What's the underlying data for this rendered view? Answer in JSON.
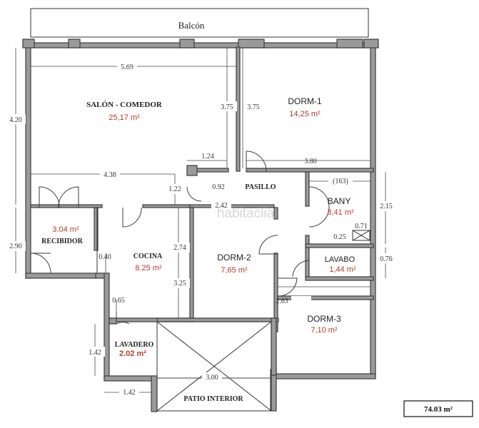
{
  "balcony": {
    "label": "Balcón"
  },
  "rooms": {
    "salon": {
      "name": "SALÓN - COMEDOR",
      "area": "25,17 m²"
    },
    "dorm1": {
      "name": "DORM-1",
      "area": "14,25 m²"
    },
    "pasillo": {
      "name": "PASILLO"
    },
    "bany": {
      "name": "BANY",
      "area": "3,41 m²"
    },
    "lavabo": {
      "name": "LAVABO",
      "area": "1,44 m²"
    },
    "recibidor": {
      "name": "RECIBIDOR",
      "area": "3.04 m²"
    },
    "cocina": {
      "name": "COCINA",
      "area": "8.25 m²"
    },
    "dorm2": {
      "name": "DORM-2",
      "area": "7,65 m²"
    },
    "dorm3": {
      "name": "DORM-3",
      "area": "7,10 m²"
    },
    "lavadero": {
      "name": "LAVADERO",
      "area": "2.02 m²"
    },
    "patio": {
      "name": "PATIO INTERIOR"
    }
  },
  "dimensions": {
    "d569": "5.69",
    "d375a": "3.75",
    "d375b": "3.75",
    "d420": "4.20",
    "d124": "1.24",
    "d380": "3.80",
    "d438": "4.38",
    "d122": "1.22",
    "d092": "0.92",
    "d242": "2.42",
    "d163": "(163)",
    "d215": "2.15",
    "d071": "0.71",
    "d025": "0.25",
    "d076": "0.76",
    "d290": "2.90",
    "d040": "0.40",
    "d274": "2.74",
    "d325": "3.25",
    "d263": "2.63",
    "d065": "0.65",
    "d142a": "1.42",
    "d142b": "1.42",
    "d300": "3.00"
  },
  "total": {
    "label": "74.03 m²"
  },
  "watermark": {
    "text": "habitaclia"
  }
}
